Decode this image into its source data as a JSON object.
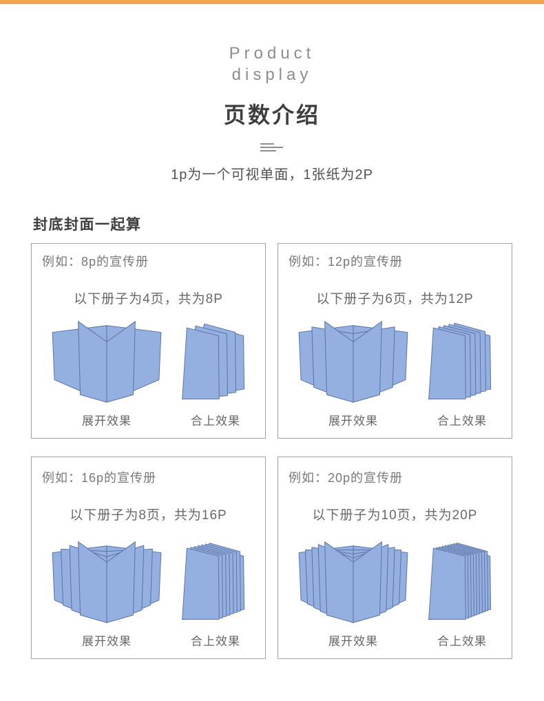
{
  "page": {
    "accent_bar_color": "#F6A44C",
    "background": "#ffffff"
  },
  "header": {
    "eyebrow_line1": "Product",
    "eyebrow_line2": "display",
    "title": "页数介绍",
    "subtitle": "1p为一个可视单面，1张纸为2P"
  },
  "section": {
    "heading": "封底封面一起算"
  },
  "captions": {
    "open": "展开效果",
    "closed": "合上效果"
  },
  "illustration": {
    "fill": "#93B0E0",
    "stroke": "#5A71A4"
  },
  "boxes": [
    {
      "example_label": "例如：8p的宣传册",
      "description": "以下册子为4页，共为8P",
      "open_layers": 2,
      "closed_sheets": 4
    },
    {
      "example_label": "例如：12p的宣传册",
      "description": "以下册子为6页，共为12P",
      "open_layers": 3,
      "closed_sheets": 6
    },
    {
      "example_label": "例如：16p的宣传册",
      "description": "以下册子为8页，共为16P",
      "open_layers": 4,
      "closed_sheets": 8
    },
    {
      "example_label": "例如：20p的宣传册",
      "description": "以下册子为10页，共为20P",
      "open_layers": 5,
      "closed_sheets": 10
    }
  ]
}
